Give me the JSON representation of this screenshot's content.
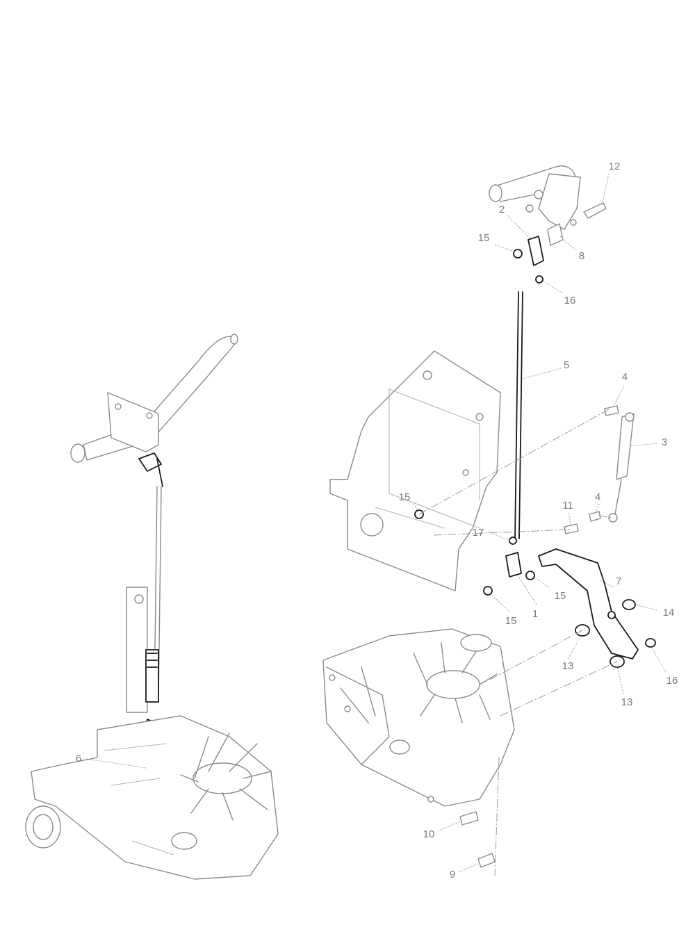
{
  "callouts": {
    "c1": "1",
    "c2": "2",
    "c3": "3",
    "c4a": "4",
    "c4b": "4",
    "c5": "5",
    "c6": "6",
    "c7": "7",
    "c8": "8",
    "c9": "9",
    "c10": "10",
    "c11": "11",
    "c12": "12",
    "c13a": "13",
    "c13b": "13",
    "c14": "14",
    "c15a": "15",
    "c15b": "15",
    "c15c": "15",
    "c15d": "15",
    "c16a": "16",
    "c16b": "16",
    "c17": "17"
  },
  "colors": {
    "background": "#ffffff",
    "line": "#8a8a8a",
    "highlight": "#1a1a1a",
    "label": "#7a7a7a"
  }
}
